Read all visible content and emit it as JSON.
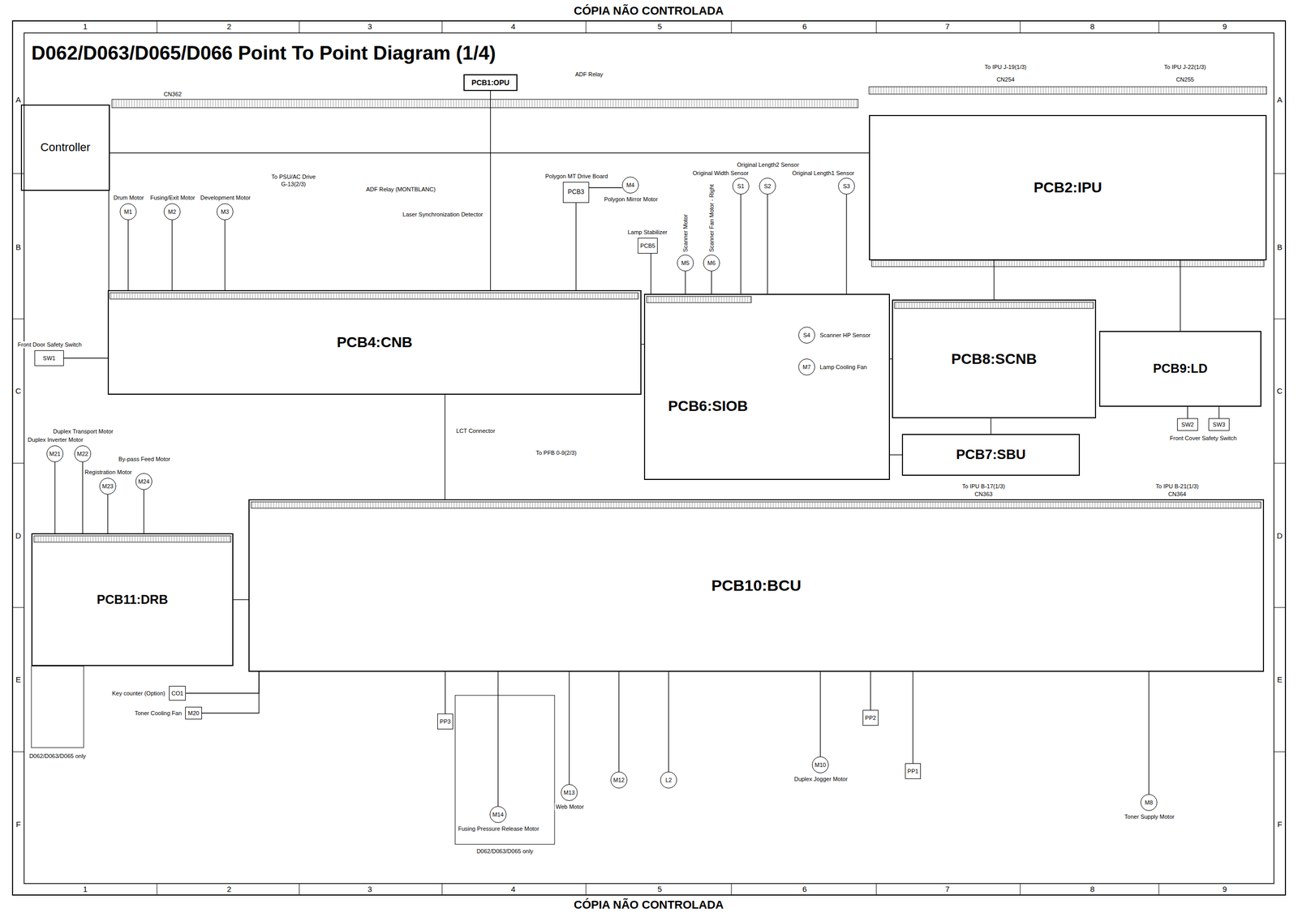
{
  "diagram": {
    "title": "D062/D063/D065/D066 Point To Point Diagram (1/4)",
    "nodes": [
      {
        "text": [
          "Controller"
        ]
      },
      {
        "text": [
          "PCB1:OPU"
        ]
      },
      {
        "text": [
          "PCB2:IPU"
        ]
      },
      {
        "text": [
          "Polygon MT Drive Board",
          "PCB3"
        ]
      },
      {
        "text": [
          "PCB4:CNB"
        ]
      },
      {
        "text": [
          "Lamp Stabilizer",
          "PCB5"
        ]
      },
      {
        "text": [
          "PCB6:SIOB"
        ]
      },
      {
        "text": [
          "PCB7:SBU"
        ]
      },
      {
        "text": [
          "PCB8:SCNB"
        ]
      },
      {
        "text": [
          "PCB9:LD"
        ]
      },
      {
        "text": [
          "PCB10:BCU"
        ]
      },
      {
        "text": [
          "PCB11:DRB"
        ]
      },
      {
        "text": [
          "Drum Motor",
          "M1"
        ]
      },
      {
        "text": [
          "Fusing/Exit Motor",
          "M2"
        ]
      },
      {
        "text": [
          "Development Motor",
          "M3"
        ]
      },
      {
        "text": [
          "M4",
          "Polygon Mirror Motor"
        ]
      },
      {
        "text": [
          "M5",
          "Scanner Motor"
        ]
      },
      {
        "text": [
          "M6",
          "Scanner Fan Motor - Right"
        ]
      },
      {
        "text": [
          "Original Width Sensor",
          "S1"
        ]
      },
      {
        "text": [
          "Original Length2 Sensor",
          "S2"
        ]
      },
      {
        "text": [
          "Original Length1 Sensor",
          "S3"
        ]
      },
      {
        "text": [
          "S4",
          "Scanner HP Sensor"
        ],
        "in": 6
      },
      {
        "text": [
          "M7",
          "Lamp Cooling Fan"
        ],
        "in": 6
      },
      {
        "text": [
          "Front Door Safety Switch",
          "SW1"
        ]
      },
      {
        "text": [
          "SW2"
        ]
      },
      {
        "text": [
          "SW3"
        ]
      },
      {
        "text": [
          "Duplex Inverter Motor",
          "M21"
        ]
      },
      {
        "text": [
          "Duplex Transport Motor",
          "M22"
        ]
      },
      {
        "text": [
          "Registration Motor",
          "M23"
        ]
      },
      {
        "text": [
          "By-pass Feed Motor",
          "M24"
        ]
      },
      {
        "text": [
          "Key counter (Option)",
          "CO1"
        ]
      },
      {
        "text": [
          "Toner Cooling Fan",
          "M20"
        ]
      },
      {
        "text": [
          "PP3"
        ]
      },
      {
        "text": [
          "M14",
          "Fusing Pressure Release Motor"
        ]
      },
      {
        "text": [
          "M13",
          "Web Motor"
        ]
      },
      {
        "text": [
          "M12"
        ]
      },
      {
        "text": [
          "L2"
        ]
      },
      {
        "text": [
          "M10",
          "Duplex Jogger Motor"
        ]
      },
      {
        "text": [
          "PP2"
        ]
      },
      {
        "text": [
          "PP1"
        ]
      },
      {
        "text": [
          "M8",
          "Toner Supply Motor"
        ]
      }
    ],
    "edges": [
      {
        "from": 0,
        "to": 4,
        "arrow": "none"
      },
      {
        "from": 0,
        "to": 2,
        "arrow": "none"
      },
      {
        "from": 1,
        "to": 4,
        "arrow": "none"
      },
      {
        "from": 12,
        "to": 4,
        "arrow": "none"
      },
      {
        "from": 13,
        "to": 4,
        "arrow": "none"
      },
      {
        "from": 14,
        "to": 4,
        "arrow": "none"
      },
      {
        "from": 3,
        "to": 15,
        "arrow": "none"
      },
      {
        "from": 3,
        "to": 4,
        "arrow": "none"
      },
      {
        "from": 5,
        "to": 6,
        "arrow": "none"
      },
      {
        "from": 16,
        "to": 6,
        "arrow": "none"
      },
      {
        "from": 17,
        "to": 6,
        "arrow": "none"
      },
      {
        "from": 18,
        "to": 6,
        "arrow": "none"
      },
      {
        "from": 19,
        "to": 6,
        "arrow": "none"
      },
      {
        "from": 20,
        "to": 6,
        "arrow": "none"
      },
      {
        "from": 6,
        "to": 8,
        "arrow": "none"
      },
      {
        "from": 8,
        "to": 2,
        "arrow": "none"
      },
      {
        "from": 2,
        "to": 9,
        "arrow": "none"
      },
      {
        "from": 8,
        "to": 7,
        "arrow": "none"
      },
      {
        "from": 6,
        "to": 7,
        "arrow": "none"
      },
      {
        "from": 4,
        "to": 10,
        "arrow": "none"
      },
      {
        "from": 4,
        "to": 6,
        "arrow": "none"
      },
      {
        "from": 10,
        "to": 11,
        "arrow": "none"
      },
      {
        "from": 23,
        "to": 4,
        "arrow": "none"
      },
      {
        "from": 11,
        "to": 26,
        "arrow": "none"
      },
      {
        "from": 11,
        "to": 27,
        "arrow": "none"
      },
      {
        "from": 11,
        "to": 28,
        "arrow": "none"
      },
      {
        "from": 11,
        "to": 29,
        "arrow": "none"
      },
      {
        "from": 30,
        "to": 10,
        "arrow": "none"
      },
      {
        "from": 31,
        "to": 10,
        "arrow": "none"
      },
      {
        "from": 10,
        "to": 32,
        "arrow": "none"
      },
      {
        "from": 10,
        "to": 33,
        "arrow": "none"
      },
      {
        "from": 10,
        "to": 34,
        "arrow": "none"
      },
      {
        "from": 10,
        "to": 35,
        "arrow": "none"
      },
      {
        "from": 10,
        "to": 36,
        "arrow": "none"
      },
      {
        "from": 10,
        "to": 37,
        "arrow": "none"
      },
      {
        "from": 10,
        "to": 38,
        "arrow": "none"
      },
      {
        "from": 10,
        "to": 39,
        "arrow": "none"
      },
      {
        "from": 10,
        "to": 40,
        "arrow": "none"
      },
      {
        "from": 9,
        "to": 24,
        "arrow": "none"
      },
      {
        "from": 9,
        "to": 25,
        "arrow": "none"
      }
    ],
    "labels": [
      "CÓPIA NÃO CONTROLADA",
      "CÓPIA NÃO CONTROLADA",
      "1",
      "2",
      "3",
      "4",
      "5",
      "6",
      "7",
      "8",
      "9",
      "1",
      "2",
      "3",
      "4",
      "5",
      "6",
      "7",
      "8",
      "9",
      "A",
      "B",
      "C",
      "D",
      "E",
      "F",
      "A",
      "B",
      "C",
      "D",
      "E",
      "F",
      "To PSU/AC Drive",
      "G-13(2/3)",
      "ADF Relay (MONTBLANC)",
      "ADF Relay",
      "To IPU J-19(1/3)",
      "To IPU J-22(1/3)",
      "CN254",
      "CN255",
      "To IPU B-17(1/3)",
      "CN363",
      "To IPU B-21(1/3)",
      "CN364",
      "To PFB 0-9(2/3)",
      "LCT Connector",
      "Laser Synchronization Detector",
      "Front Cover Safety Switch",
      "D062/D063/D065 only",
      "D062/D063/D065 only",
      "CN362"
    ]
  }
}
